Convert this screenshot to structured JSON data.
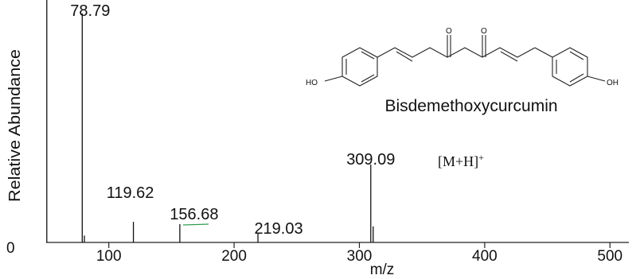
{
  "chart_data": {
    "type": "bar",
    "ylabel": "Relative Abundance",
    "xlabel": "m/z",
    "xlim": [
      50,
      510
    ],
    "x_ticks": [
      100,
      200,
      300,
      400,
      500
    ],
    "y_zero_label": "0",
    "grid": false,
    "peaks": [
      {
        "mz": 50.5,
        "rel": 108,
        "label": ""
      },
      {
        "mz": 78.79,
        "rel": 100,
        "label": "78.79"
      },
      {
        "mz": 80.5,
        "rel": 3,
        "label": ""
      },
      {
        "mz": 119.62,
        "rel": 9,
        "label": "119.62"
      },
      {
        "mz": 156.68,
        "rel": 8,
        "label": "156.68"
      },
      {
        "mz": 219.03,
        "rel": 4,
        "label": "219.03"
      },
      {
        "mz": 309.09,
        "rel": 34,
        "label": "309.09"
      },
      {
        "mz": 311.0,
        "rel": 7,
        "label": ""
      }
    ],
    "annotation": "[M+H]",
    "annotation_sup": "+"
  },
  "structure": {
    "compound_name": "Bisdemethoxycurcumin",
    "atom_labels": [
      "HO",
      "O",
      "O",
      "OH"
    ]
  },
  "colors": {
    "axis": "#222222",
    "line": "#111111",
    "accent": "#2e9e4f"
  }
}
